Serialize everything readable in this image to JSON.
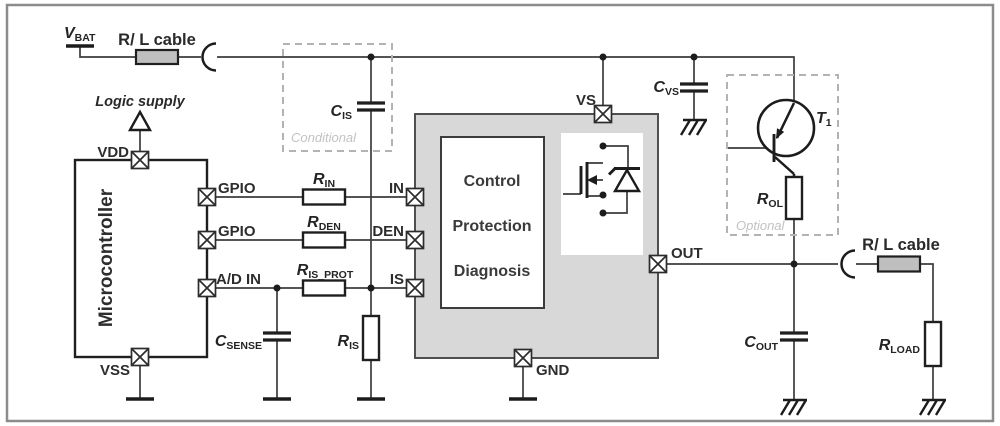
{
  "colors": {
    "wire": "#3c3c3c",
    "comp": "#1f1f1f",
    "ic_fill": "#d8d8d8",
    "cable_fill": "#bfbfbf",
    "dashed": "#b3b3b3",
    "muted": "#c2c2c2",
    "text": "#2d2d2d",
    "frame": "#8c8c8c"
  },
  "labels": {
    "vbat": {
      "base": "V",
      "sub": "BAT"
    },
    "cable_left": "R/ L cable",
    "cable_right": "R/ L cable",
    "logic_supply": "Logic supply",
    "conditional": "Conditional",
    "optional": "Optional",
    "microcontroller": "Microcontroller"
  },
  "mcu_pins": {
    "vdd": "VDD",
    "vss": "VSS",
    "gpio1": "GPIO",
    "gpio2": "GPIO",
    "adin": "A/D IN"
  },
  "ic": {
    "pins": {
      "vs": "VS",
      "in": "IN",
      "den": "DEN",
      "is": "IS",
      "out": "OUT",
      "gnd": "GND"
    },
    "block": [
      "Control",
      "Protection",
      "Diagnosis"
    ]
  },
  "components": {
    "r_in": {
      "base": "R",
      "sub": "IN"
    },
    "r_den": {
      "base": "R",
      "sub": "DEN"
    },
    "r_is_prot": {
      "base": "R",
      "sub": "IS_PROT"
    },
    "c_sense": {
      "base": "C",
      "sub": "SENSE"
    },
    "c_is": {
      "base": "C",
      "sub": "IS"
    },
    "r_is": {
      "base": "R",
      "sub": "IS"
    },
    "c_vs": {
      "base": "C",
      "sub": "VS"
    },
    "t1": {
      "base": "T",
      "sub": "1"
    },
    "r_ol": {
      "base": "R",
      "sub": "OL"
    },
    "c_out": {
      "base": "C",
      "sub": "OUT"
    },
    "r_load": {
      "base": "R",
      "sub": "LOAD"
    }
  }
}
